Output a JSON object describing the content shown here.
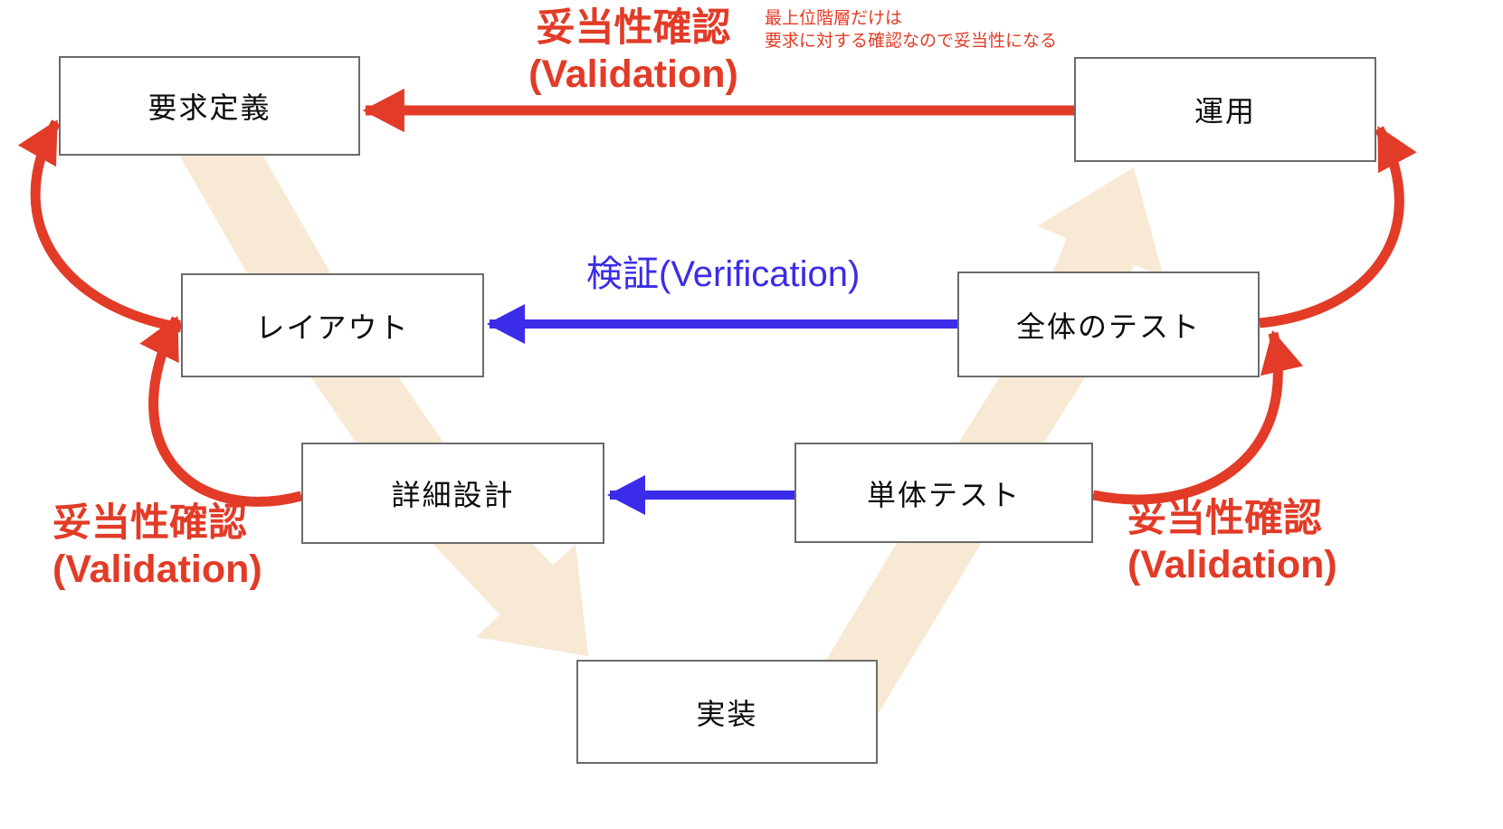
{
  "diagram": {
    "title_hint": "V-model verification and validation diagram",
    "boxes": [
      {
        "id": "requirements",
        "label": "要求定義"
      },
      {
        "id": "operation",
        "label": "運用"
      },
      {
        "id": "layout",
        "label": "レイアウト"
      },
      {
        "id": "system-test",
        "label": "全体のテスト"
      },
      {
        "id": "detailed-design",
        "label": "詳細設計"
      },
      {
        "id": "unit-test",
        "label": "単体テスト"
      },
      {
        "id": "implementation",
        "label": "実装"
      }
    ],
    "labels": {
      "validation_top": {
        "line1": "妥当性確認",
        "line2": "(Validation)"
      },
      "validation_left": {
        "line1": "妥当性確認",
        "line2": "(Validation)"
      },
      "validation_right": {
        "line1": "妥当性確認",
        "line2": "(Validation)"
      },
      "verification": "検証(Verification)",
      "note": {
        "line1": "最上位階層だけは",
        "line2": "要求に対する確認なので妥当性になる"
      }
    },
    "arrows": [
      {
        "type": "validation",
        "color": "red",
        "from": "運用",
        "to": "要求定義"
      },
      {
        "type": "validation",
        "color": "red",
        "from": "レイアウト",
        "to": "要求定義"
      },
      {
        "type": "validation",
        "color": "red",
        "from": "詳細設計",
        "to": "レイアウト"
      },
      {
        "type": "validation",
        "color": "red",
        "from": "全体のテスト",
        "to": "運用"
      },
      {
        "type": "validation",
        "color": "red",
        "from": "単体テスト",
        "to": "全体のテスト"
      },
      {
        "type": "verification",
        "color": "blue",
        "from": "全体のテスト",
        "to": "レイアウト"
      },
      {
        "type": "verification",
        "color": "blue",
        "from": "単体テスト",
        "to": "詳細設計"
      },
      {
        "type": "flow",
        "color": "beige",
        "path": [
          "要求定義",
          "レイアウト",
          "詳細設計",
          "実装"
        ]
      },
      {
        "type": "flow",
        "color": "beige",
        "path": [
          "実装",
          "単体テスト",
          "全体のテスト",
          "運用"
        ]
      }
    ],
    "colors": {
      "red": "#e23b27",
      "blue": "#3a2ce8",
      "beige": "#f8e9d4",
      "box_border": "#6b6b6b",
      "text": "#0c0c0c",
      "background": "#ffffff"
    }
  }
}
